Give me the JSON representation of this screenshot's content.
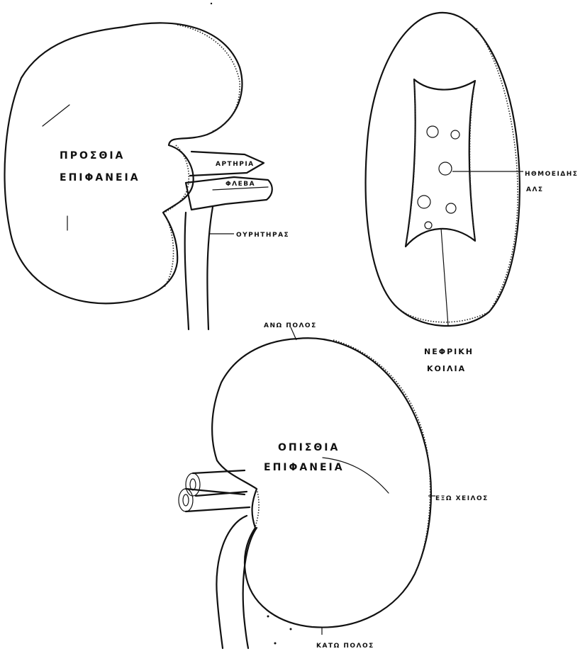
{
  "figure": {
    "anterior_view": {
      "surface_label_line1": "ΠΡΟΣΘΙΑ",
      "surface_label_line2": "ΕΠΙΦΑΝΕΙΑ",
      "artery_label": "ΑΡΤΗΡΙΑ",
      "vein_label": "ΦΛΕΒΑ",
      "ureter_label": "ΟΥΡΗΤΗΡΑΣ"
    },
    "sinus_view": {
      "vessels_label_line1": "ΗΘΜΟΕΙΔΗΣ",
      "vessels_label_line2": "ΑΛΣ",
      "sinus_label_line1": "ΝΕΦΡΙΚΗ",
      "sinus_label_line2": "ΚΟΙΛΙΑ"
    },
    "posterior_view": {
      "upper_pole_label": "ΑΝΩ ΠΟΛΟΣ",
      "surface_label_line1": "ΟΠΙΣΘΙΑ",
      "surface_label_line2": "ΕΠΙΦΑΝΕΙΑ",
      "outer_border_label": "ΕΞΩ ΧΕΙΛΟΣ",
      "lower_pole_label": "ΚΑΤΩ ΠΟΛΟΣ"
    }
  }
}
